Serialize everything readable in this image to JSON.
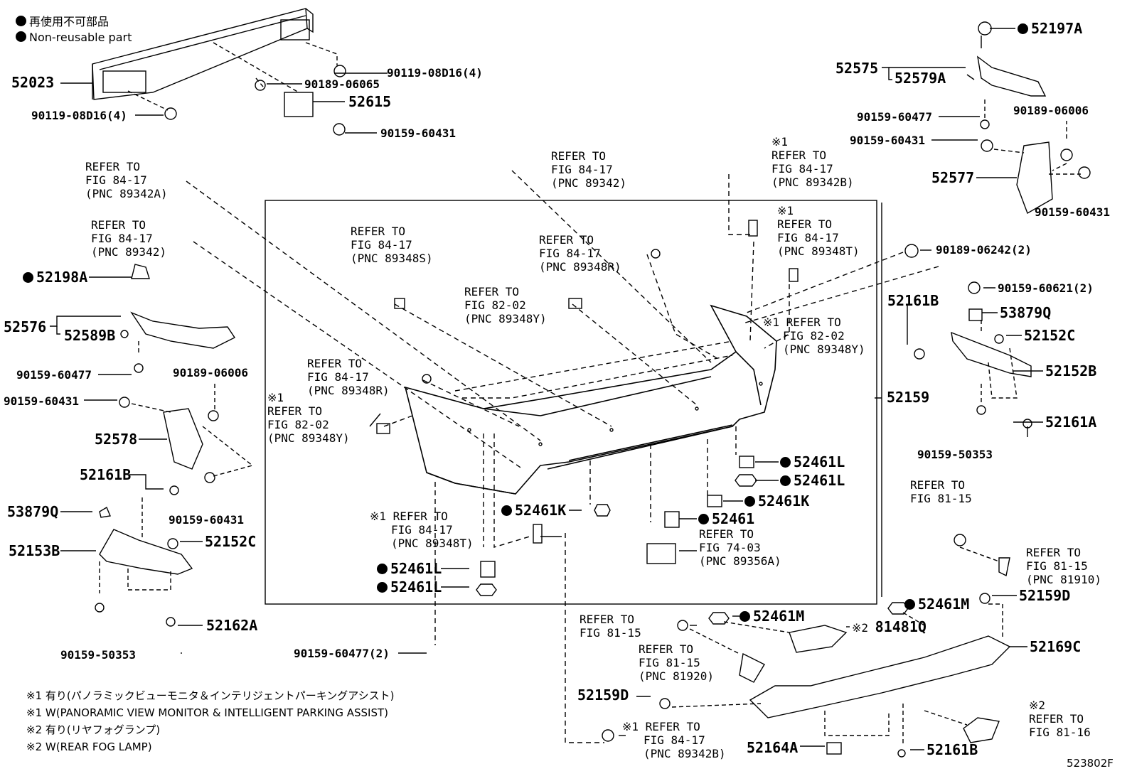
{
  "legend": {
    "line_jp": "再使用不可部品",
    "line_en": "Non-reusable part"
  },
  "parts": {
    "p52023": "52023",
    "p90119_a": "90119-08D16(4)",
    "p90119_b": "90119-08D16(4)",
    "p90189_06065": "90189-06065",
    "p52615": "52615",
    "p90159_60431_top": "90159-60431",
    "p52197A": "52197A",
    "p52575": "52575",
    "p52579A": "52579A",
    "p90159_60477_r": "90159-60477",
    "p90189_06006_r": "90189-06006",
    "p90159_60431_r1": "90159-60431",
    "p52577": "52577",
    "p90159_60431_r2": "90159-60431",
    "p90189_06242": "90189-06242(2)",
    "p90159_60621": "90159-60621(2)",
    "p52161B_r": "52161B",
    "p53879Q_r": "53879Q",
    "p52152C_r": "52152C",
    "p52152B": "52152B",
    "p52159": "52159",
    "p52161A": "52161A",
    "p90159_50353_r": "90159-50353",
    "p52198A": "52198A",
    "p52576": "52576",
    "p52589B": "52589B",
    "p90159_60477_l": "90159-60477",
    "p90189_06006_l": "90189-06006",
    "p90159_60431_l1": "90159-60431",
    "p52578": "52578",
    "p52161B_l": "52161B",
    "p90159_60431_l2": "90159-60431",
    "p53879Q_l": "53879Q",
    "p52152C_l": "52152C",
    "p52153B": "52153B",
    "p52162A": "52162A",
    "p90159_50353_l": "90159-50353",
    "p90159_60477_2": "90159-60477(2)",
    "p52461L_a": "52461L",
    "p52461L_b": "52461L",
    "p52461K_r": "52461K",
    "p52461": "52461",
    "p52461K_l": "52461K",
    "p52461L_c": "52461L",
    "p52461L_d": "52461L",
    "p52461M_l": "52461M",
    "p52461M_r": "52461M",
    "p52159D_r": "52159D",
    "p81481Q": "81481Q",
    "p52169C": "52169C",
    "p52159D_l": "52159D",
    "p52164A": "52164A",
    "p52161B_b": "52161B"
  },
  "refs": {
    "r1": [
      "REFER TO",
      "FIG 84-17",
      "(PNC 89342A)"
    ],
    "r2": [
      "REFER TO",
      "FIG 84-17",
      "(PNC 89342)"
    ],
    "r3": [
      "※1",
      "REFER TO",
      "FIG 84-17",
      "(PNC 89342B)"
    ],
    "r4": [
      "REFER TO",
      "FIG 84-17",
      "(PNC 89342)"
    ],
    "r5": [
      "REFER TO",
      "FIG 84-17",
      "(PNC 89348S)"
    ],
    "r6": [
      "REFER TO",
      "FIG 84-17",
      "(PNC 89348R)"
    ],
    "r7": [
      "※1",
      "REFER TO",
      "FIG 84-17",
      "(PNC 89348T)"
    ],
    "r8": [
      "REFER TO",
      "FIG 82-02",
      "(PNC 89348Y)"
    ],
    "r9": [
      "※1 REFER TO",
      "FIG 82-02",
      "(PNC 89348Y)"
    ],
    "r10": [
      "REFER TO",
      "FIG 84-17",
      "(PNC 89348R)"
    ],
    "r11": [
      "※1",
      "REFER TO",
      "FIG 82-02",
      "(PNC 89348Y)"
    ],
    "r12": [
      "※1 REFER TO",
      "FIG 84-17",
      "(PNC 89348T)"
    ],
    "r13": [
      "REFER TO",
      "FIG 74-03",
      "(PNC 89356A)"
    ],
    "r14": [
      "REFER TO",
      "FIG 81-15"
    ],
    "r15": [
      "REFER TO",
      "FIG 81-15",
      "(PNC 81910)"
    ],
    "r16": [
      "REFER TO",
      "FIG 81-15"
    ],
    "r17": [
      "REFER TO",
      "FIG 81-15",
      "(PNC 81920)"
    ],
    "r18": [
      "※1 REFER TO",
      "FIG 84-17",
      "(PNC 89342B)"
    ],
    "r19": [
      "※2",
      "REFER TO",
      "FIG 81-16"
    ]
  },
  "notes": [
    "※1  有り(パノラミックビューモニタ＆インテリジェントパーキングアシスト)",
    "※1  W(PANORAMIC VIEW MONITOR & INTELLIGENT PARKING ASSIST)",
    "※2  有り(リヤフォグランプ)",
    "※2  W(REAR FOG LAMP)"
  ],
  "figure_code": "523802F"
}
